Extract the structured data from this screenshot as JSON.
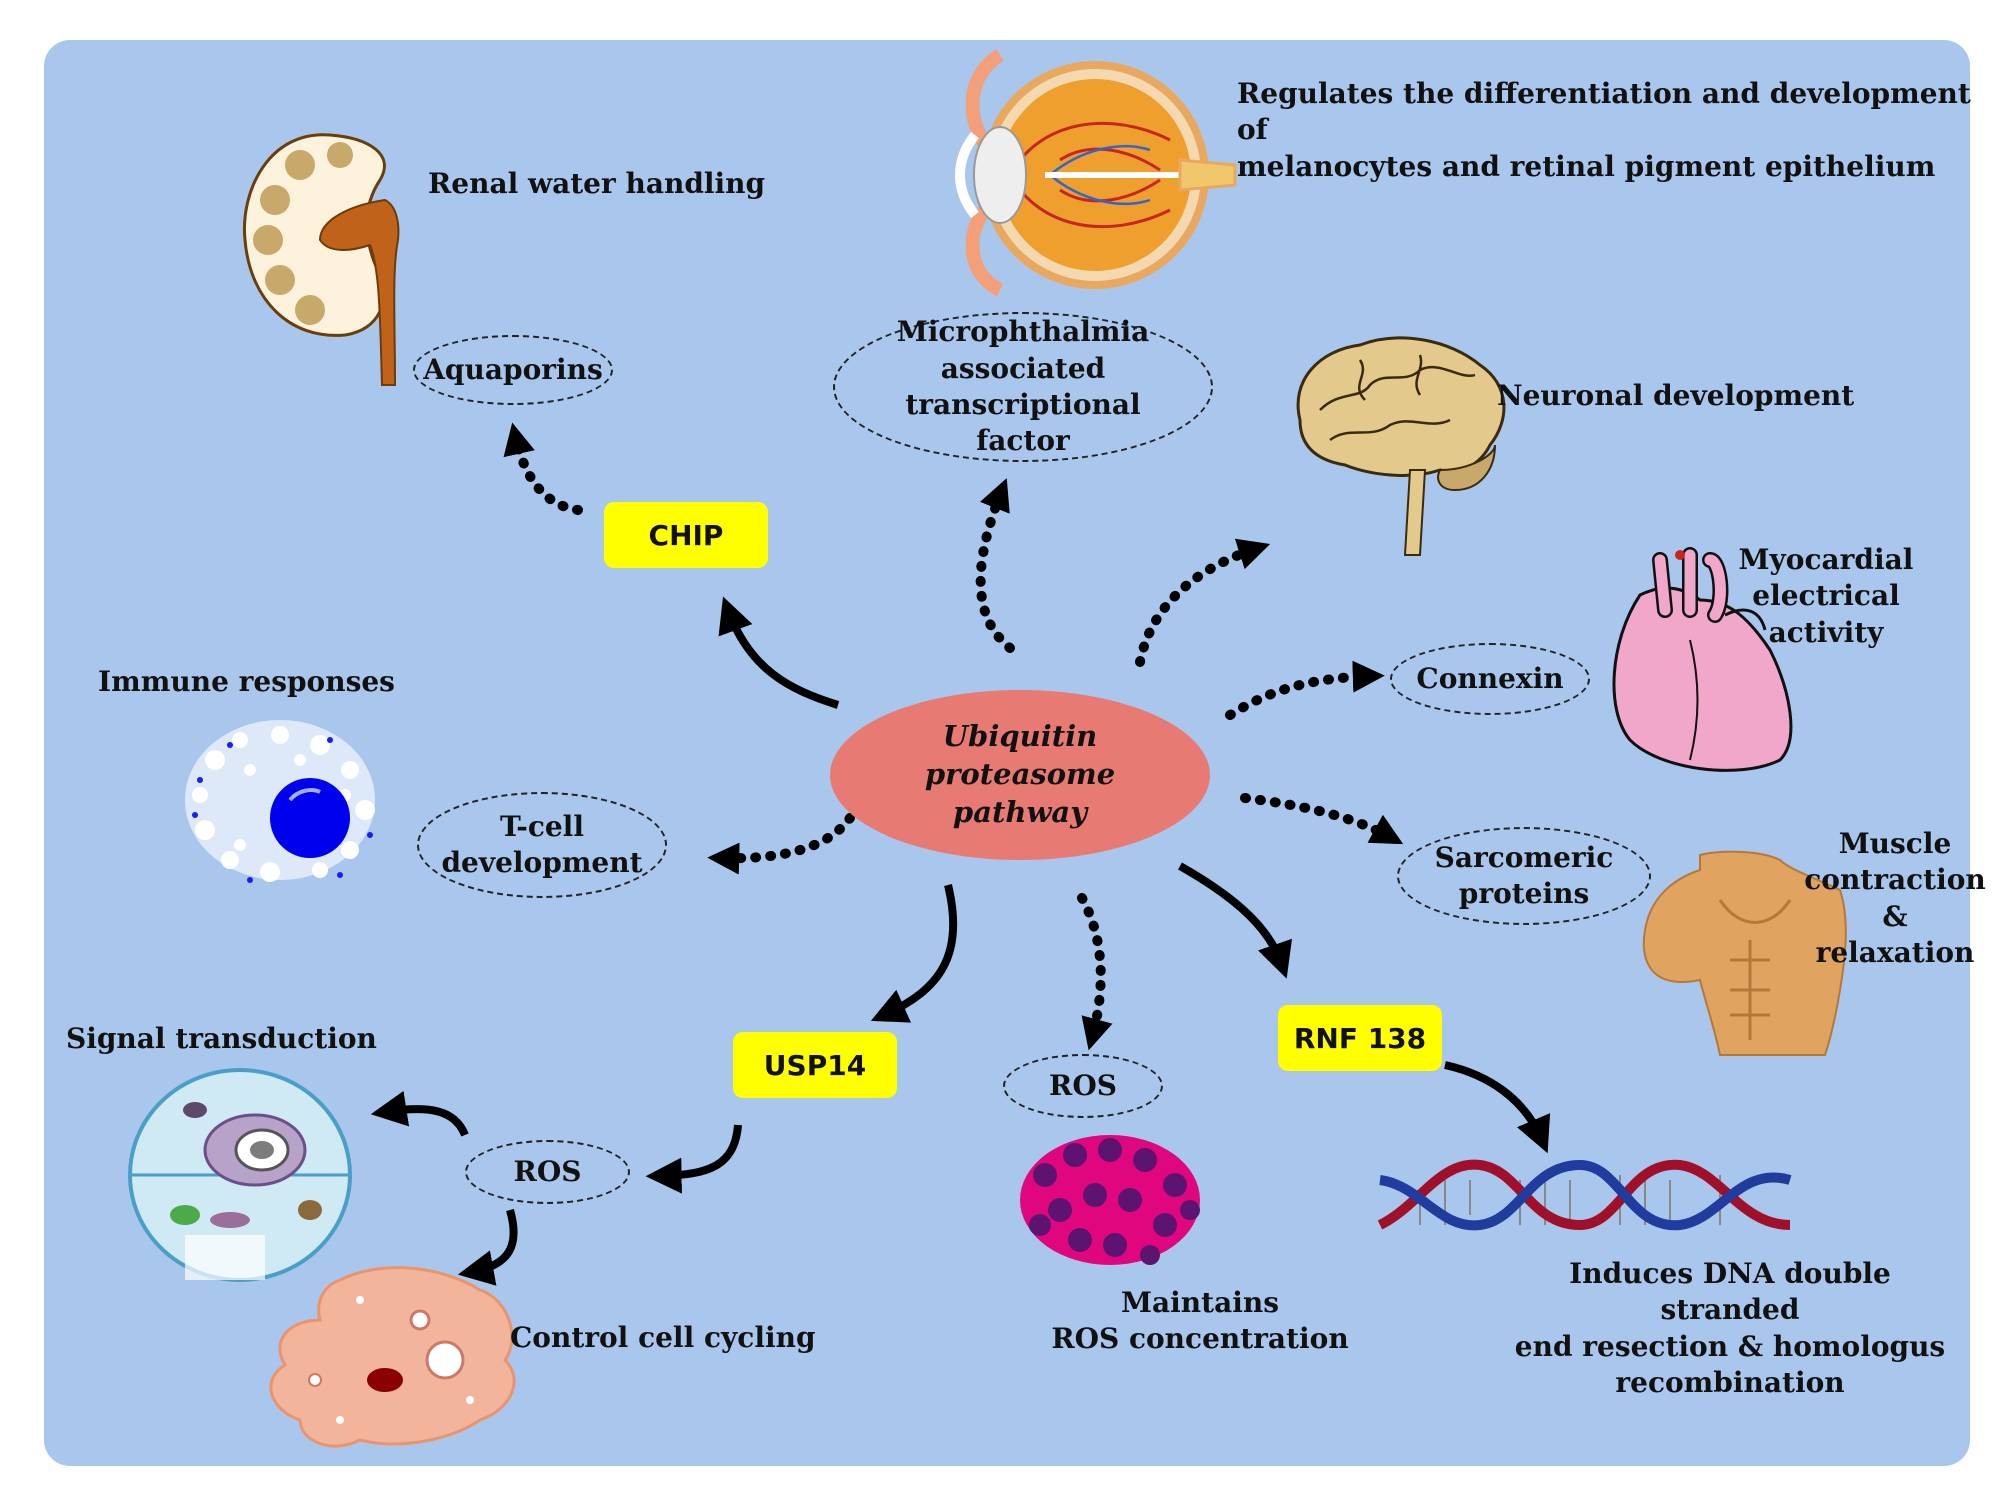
{
  "hub": {
    "line1": "Ubiquitin",
    "line2": "proteasome",
    "line3": "pathway"
  },
  "enzymes": {
    "chip": "CHIP",
    "usp14": "USP14",
    "rnf138": "RNF 138"
  },
  "targets": {
    "aquaporins": "Aquaporins",
    "mitf": {
      "line1": "Microphthalmia",
      "line2": "associated transcriptional",
      "line3": "factor"
    },
    "connexin": "Connexin",
    "sarcomeric": {
      "line1": "Sarcomeric",
      "line2": "proteins"
    },
    "tcell": {
      "line1": "T-cell",
      "line2": "development"
    },
    "ros_left": "ROS",
    "ros_center": "ROS"
  },
  "functions": {
    "renal": "Renal water handling",
    "melanocytes": {
      "line1": "Regulates the differentiation and development of",
      "line2": "melanocytes and retinal pigment epithelium"
    },
    "neuronal": "Neuronal development",
    "myocardial": {
      "line1": "Myocardial",
      "line2": "electrical",
      "line3": "activity"
    },
    "muscle": {
      "line1": "Muscle",
      "line2": "contraction &",
      "line3": "relaxation"
    },
    "immune": "Immune responses",
    "signal": "Signal transduction",
    "cellcycle": "Control cell cycling",
    "ros_conc": {
      "line1": "Maintains",
      "line2": "ROS concentration"
    },
    "dna": {
      "line1": "Induces DNA double stranded",
      "line2": "end resection & homologus",
      "line3": "recombination"
    }
  },
  "colors": {
    "panel": "#a9c7ec",
    "hub": "#e77b74",
    "enzyme_box": "#ffff00"
  }
}
